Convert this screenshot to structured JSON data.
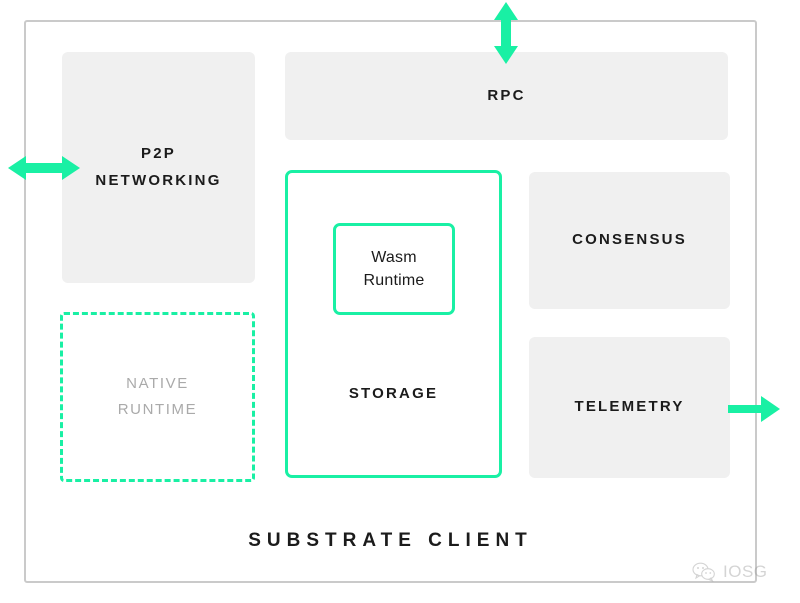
{
  "diagram": {
    "title": "SUBSTRATE CLIENT",
    "accent_color": "#19f0a4",
    "module_fill_color": "#f0f0f0",
    "frame_border_color": "#cacaca",
    "text_color": "#1b1b1b",
    "muted_text_color": "#aaaaaa"
  },
  "modules": {
    "p2p": {
      "label": "P2P\nNETWORKING",
      "line1": "P2P",
      "line2": "NETWORKING",
      "style": "filled"
    },
    "rpc": {
      "label": "RPC",
      "style": "filled"
    },
    "consensus": {
      "label": "CONSENSUS",
      "style": "filled"
    },
    "telemetry": {
      "label": "TELEMETRY",
      "style": "filled"
    },
    "storage": {
      "label": "STORAGE",
      "style": "outlined-solid"
    },
    "wasm_runtime": {
      "label": "Wasm\nRuntime",
      "line1": "Wasm",
      "line2": "Runtime",
      "style": "outlined-solid"
    },
    "native_runtime": {
      "label": "NATIVE\nRUNTIME",
      "line1": "NATIVE",
      "line2": "RUNTIME",
      "style": "outlined-dashed"
    }
  },
  "arrows": {
    "left": {
      "name": "p2p-external-arrow",
      "direction": "bidirectional",
      "orientation": "horizontal",
      "color": "#19f0a4"
    },
    "top": {
      "name": "rpc-external-arrow",
      "direction": "bidirectional",
      "orientation": "vertical",
      "color": "#19f0a4"
    },
    "right": {
      "name": "telemetry-external-arrow",
      "direction": "outward",
      "orientation": "horizontal",
      "color": "#19f0a4"
    }
  },
  "watermark": {
    "text": "IOSG",
    "icon": "wechat-icon"
  }
}
